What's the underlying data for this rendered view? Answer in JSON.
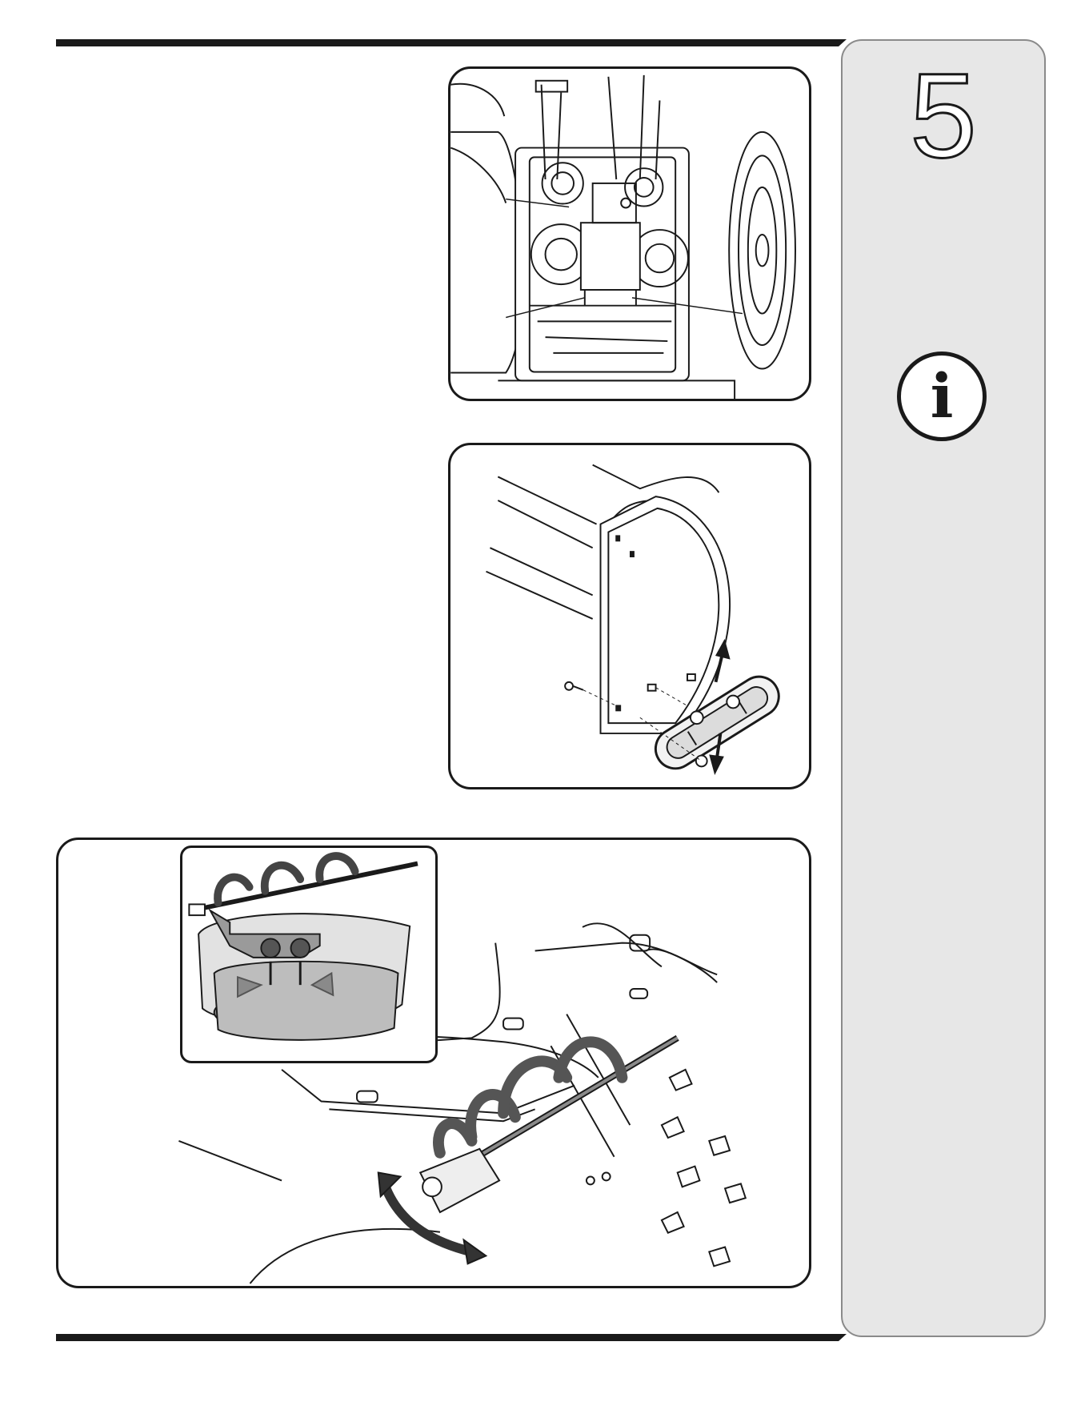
{
  "sidebar": {
    "chapter_number": "5",
    "info_glyph": "i",
    "info_icon": "info-icon"
  },
  "figures": [
    {
      "id": "fig1",
      "subject": "gearbox-rear-view"
    },
    {
      "id": "fig2",
      "subject": "skid-shoe-adjustment"
    },
    {
      "id": "fig3",
      "subject": "auger-shave-plate-adjustment"
    }
  ]
}
